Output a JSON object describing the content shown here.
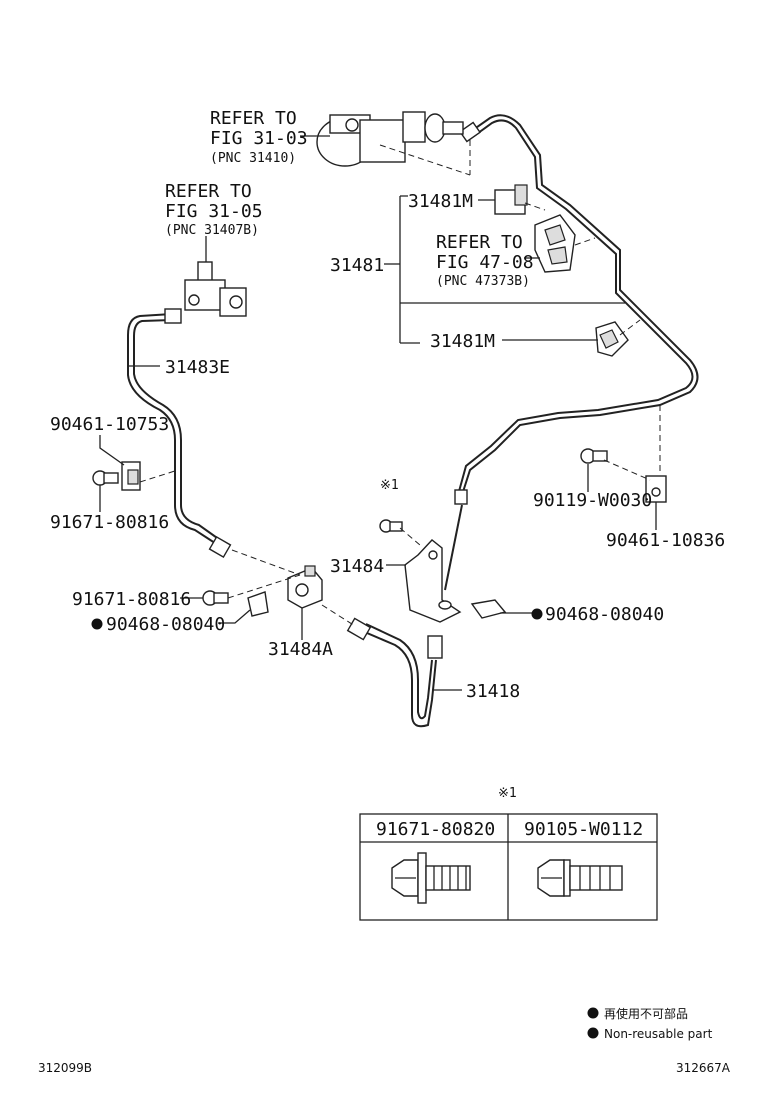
{
  "refs": [
    {
      "line1": "REFER TO",
      "line2": "FIG 31-03",
      "line3": "(PNC 31410)"
    },
    {
      "line1": "REFER TO",
      "line2": "FIG 31-05",
      "line3": "(PNC 31407B)"
    },
    {
      "line1": "REFER TO",
      "line2": "FIG 47-08",
      "line3": "(PNC 47373B)"
    }
  ],
  "parts": {
    "p31481M_top": "31481M",
    "p31481": "31481",
    "p31481M_bottom": "31481M",
    "p31483E": "31483E",
    "p90461_10753": "90461-10753",
    "p91671_80816_a": "91671-80816",
    "p90119_W0030": "90119-W0030",
    "p90461_10836": "90461-10836",
    "p31484": "31484",
    "p91671_80816_b": "91671-80816",
    "p90468_08040_a": "90468-08040",
    "p90468_08040_b": "90468-08040",
    "p31484A": "31484A",
    "p31418": "31418",
    "note_mark": "※1"
  },
  "table": {
    "mark": "※1",
    "headers": [
      "91671-80820",
      "90105-W0112"
    ]
  },
  "legend": {
    "jp": "再使用不可部品",
    "en": "Non-reusable part"
  },
  "footer": {
    "left": "312099B",
    "right": "312667A"
  }
}
